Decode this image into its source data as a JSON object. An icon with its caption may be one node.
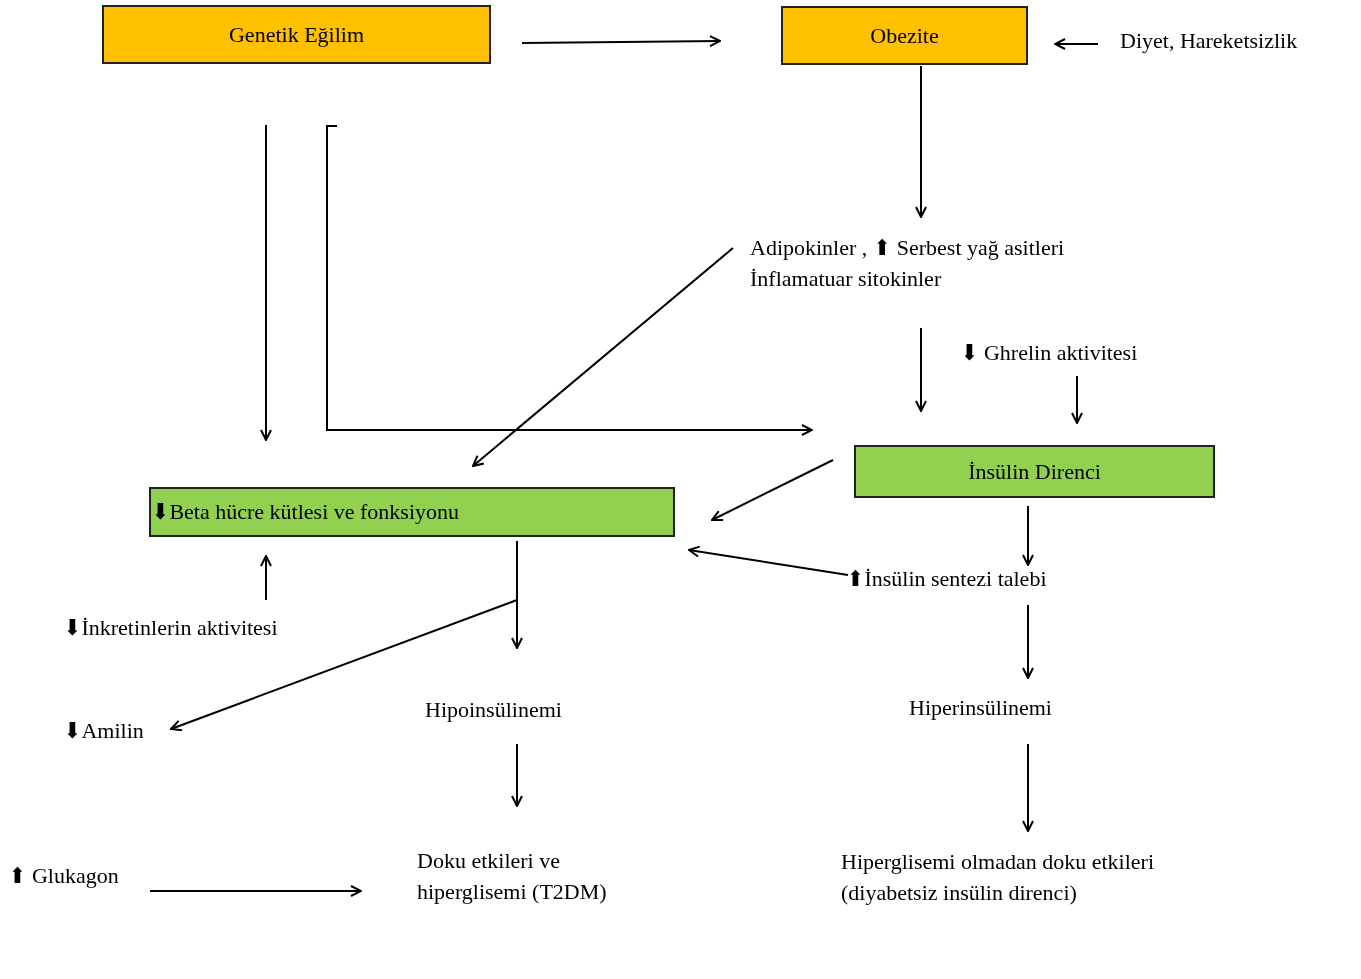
{
  "diagram": {
    "nodes": [
      {
        "text": [
          "Genetik Eğilim"
        ]
      },
      {
        "text": [
          "Obezite"
        ]
      },
      {
        "text": [
          "Diyet, Hareketsizlik"
        ]
      },
      {
        "text": [
          "Adipokinler , ⬆ Serbest yağ asitleri İnflamatuar sitokinler"
        ]
      },
      {
        "text": [
          "⬇  Ghrelin aktivitesi"
        ]
      },
      {
        "text": [
          "İnsülin Direnci"
        ]
      },
      {
        "text": [
          "⬇Beta hücre kütlesi ve fonksiyonu"
        ]
      },
      {
        "text": [
          "⬆İnsülin sentezi talebi"
        ]
      },
      {
        "text": [
          "⬇İnkretinlerin aktivitesi"
        ]
      },
      {
        "text": [
          "⬇Amilin"
        ]
      },
      {
        "text": [
          "Hipoinsülinemi"
        ]
      },
      {
        "text": [
          "Hiperinsülinemi"
        ]
      },
      {
        "text": [
          "⬆ Glukagon"
        ]
      },
      {
        "text": [
          "Doku etkileri ve hiperglisemi (T2DM)"
        ]
      },
      {
        "text": [
          "Hiperglisemi olmadan doku etkileri (diyabetsiz insülin direnci)"
        ]
      }
    ],
    "edges": [
      {
        "from": 0,
        "to": 1,
        "arrow": "to"
      },
      {
        "from": 2,
        "to": 1,
        "arrow": "to"
      },
      {
        "from": 0,
        "to": 6,
        "arrow": "to"
      },
      {
        "from": 0,
        "to": 5,
        "arrow": "to"
      },
      {
        "from": 1,
        "to": 3,
        "arrow": "to"
      },
      {
        "from": 3,
        "to": 6,
        "arrow": "to"
      },
      {
        "from": 3,
        "to": 5,
        "arrow": "to"
      },
      {
        "from": 4,
        "to": 5,
        "arrow": "to"
      },
      {
        "from": 5,
        "to": 6,
        "arrow": "to"
      },
      {
        "from": 7,
        "to": 6,
        "arrow": "to"
      },
      {
        "from": 5,
        "to": 7,
        "arrow": "to"
      },
      {
        "from": 8,
        "to": 6,
        "arrow": "to"
      },
      {
        "from": 6,
        "to": 10,
        "arrow": "to"
      },
      {
        "from": 6,
        "to": 9,
        "arrow": "to"
      },
      {
        "from": 10,
        "to": 13,
        "arrow": "to"
      },
      {
        "from": 7,
        "to": 11,
        "arrow": "to"
      },
      {
        "from": 11,
        "to": 14,
        "arrow": "to"
      },
      {
        "from": 12,
        "to": 13,
        "arrow": "to"
      }
    ]
  }
}
